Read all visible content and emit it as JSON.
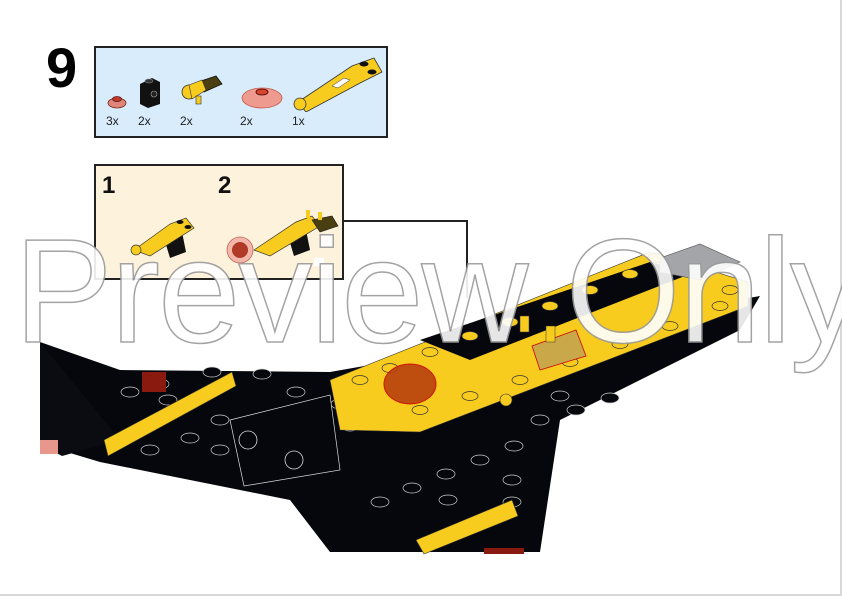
{
  "step": {
    "number": "9"
  },
  "parts_list": {
    "items": [
      {
        "name": "round-plate-1x1-trans-red",
        "qty": "3x"
      },
      {
        "name": "brick-1x1-with-headlight-black",
        "qty": "2x"
      },
      {
        "name": "engine-cylinder-yellow",
        "qty": "2x"
      },
      {
        "name": "radar-dish-trans-red",
        "qty": "2x"
      },
      {
        "name": "wing-plate-yellow",
        "qty": "1x"
      }
    ],
    "background": "#d8ecfb"
  },
  "sub_assembly": {
    "steps": [
      {
        "label": "1"
      },
      {
        "label": "2"
      }
    ],
    "background": "#fdf3dc"
  },
  "watermark": {
    "text": "Preview Only"
  },
  "colors": {
    "yellow": "#f8cc1f",
    "black": "#05070c",
    "trans_red": "#c23a22",
    "gray": "#a3a5a8"
  }
}
